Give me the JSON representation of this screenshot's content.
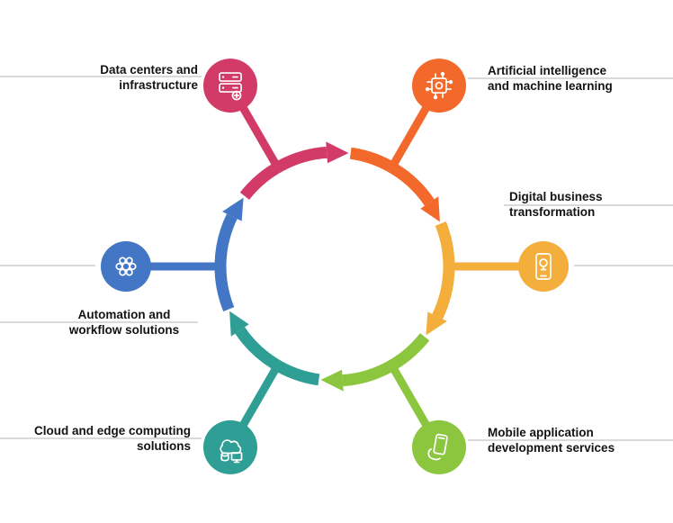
{
  "diagram": {
    "background": "#ffffff",
    "nodes": [
      {
        "id": "data-centers",
        "label_lines": [
          "Data centers and",
          "infrastructure"
        ],
        "color": "#d23a68",
        "icon": "server-icon"
      },
      {
        "id": "ai-ml",
        "label_lines": [
          "Artificial intelligence",
          "and machine learning"
        ],
        "color": "#f2692b",
        "icon": "ai-chip-icon"
      },
      {
        "id": "digital-transformation",
        "label_lines": [
          "Digital business",
          "transformation"
        ],
        "color": "#f3ae3b",
        "icon": "smartphone-idea-icon"
      },
      {
        "id": "mobile-development",
        "label_lines": [
          "Mobile application",
          "development services"
        ],
        "color": "#8cc63e",
        "icon": "mobile-hand-icon"
      },
      {
        "id": "cloud-computing",
        "label_lines": [
          "Cloud and edge computing",
          "solutions"
        ],
        "color": "#2f9e95",
        "icon": "cloud-computing-icon"
      },
      {
        "id": "automation",
        "label_lines": [
          "Automation and",
          "workflow solutions"
        ],
        "color": "#4377c6",
        "icon": "gear-flower-icon"
      }
    ]
  }
}
